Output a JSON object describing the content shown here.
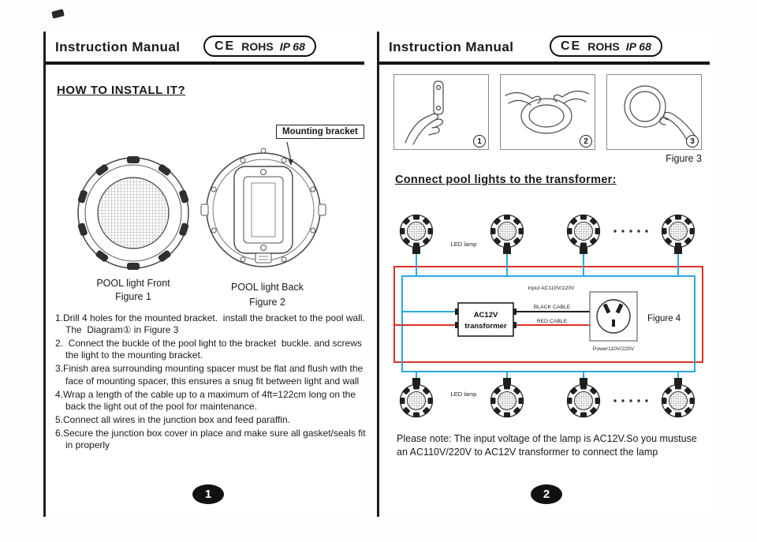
{
  "colors": {
    "wire_blue": "#2ba7e0",
    "wire_red": "#e03127",
    "ink": "#1a1a1a"
  },
  "header": {
    "title": "Instruction Manual",
    "ce_mark": "CE",
    "rohs_label": "ROHS",
    "ip_rating": "IP 68"
  },
  "left_page": {
    "section_title": "HOW TO INSTALL IT?",
    "mounting_bracket_callout": "Mounting bracket",
    "figure1_caption": "POOL light Front",
    "figure1_label": "Figure 1",
    "figure2_caption": "POOL light Back",
    "figure2_label": "Figure 2",
    "steps": [
      "1.Drill 4 holes for the mounted bracket.  install the bracket to the pool wall. The  Diagram① in Figure 3",
      "2.  Connect the buckle of the pool light to the bracket  buckle. and screws the light to the mounting bracket.",
      "3.Finish area surrounding mounting spacer must be flat and flush with the face of mounting spacer, this ensures a snug fit between light and wall",
      "4.Wrap a length of the cable up to a maximum of 4ft=122cm long on the back the light out of the pool for maintenance.",
      "5.Connect all wires in the junction box and feed paraffin.",
      "6.Secure the junction box cover in place and make sure all gasket/seals fit in properly"
    ],
    "page_number": "1"
  },
  "right_page": {
    "figure3_label": "Figure 3",
    "step_badges": [
      "1",
      "2",
      "3"
    ],
    "section_title": "Connect pool lights to the transformer:",
    "diagram": {
      "led_lamp_top_label": "LED lamp",
      "led_lamp_bottom_label": "LED lamp",
      "transformer_line1": "AC12V",
      "transformer_line2": "transformer",
      "input_label": "Input AC110V/220V",
      "black_cable_label": "BLACK CABLE",
      "red_cable_label": "RED CABLE",
      "power_label": "Power110V/220V",
      "figure_label": "Figure 4"
    },
    "note": "Please note: The input voltage of the lamp is AC12V.So you mustuse an AC110V/220V to AC12V transformer to connect the lamp",
    "page_number": "2"
  }
}
